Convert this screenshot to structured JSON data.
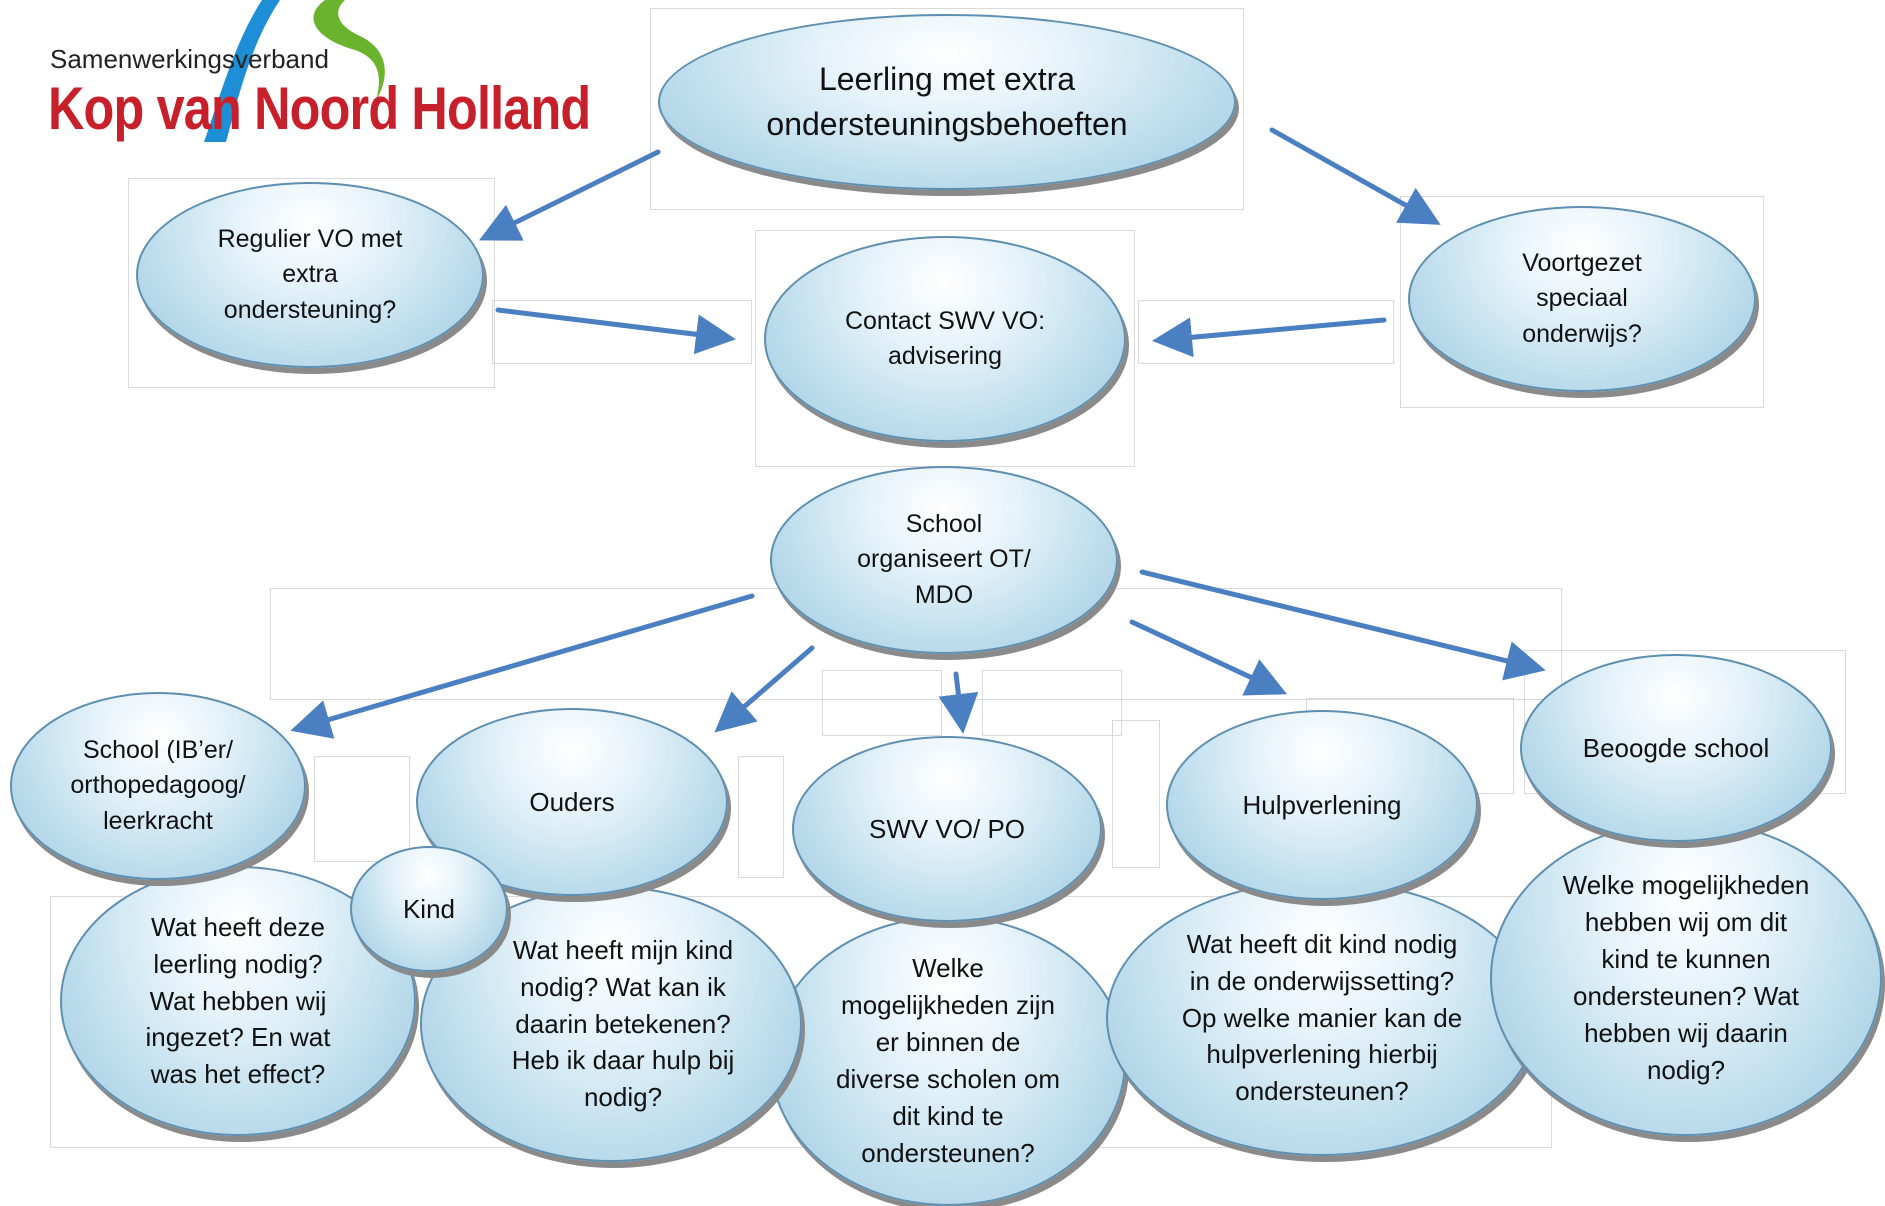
{
  "logo": {
    "line1": "Samenwerkingsverband",
    "line2": "Kop van Noord Holland",
    "colors": {
      "text_red": "#c8202a",
      "swoosh_blue": "#1e8fd6",
      "swoosh_green": "#6ab42d"
    }
  },
  "nodes": {
    "top": "Leerling met extra\nondersteuningsbehoeften",
    "regulier": "Regulier VO met\nextra\nondersteuning?",
    "contact": "Contact SWV VO:\nadvisering",
    "voortgezet": "Voortgezet\nspeciaal\nonderwijs?",
    "school_ot": "School\norganiseert OT/\nMDO",
    "school_ib": "School (IB’er/\northopedagoog/\nleerkracht",
    "ouders": "Ouders",
    "kind": "Kind",
    "swv": "SWV VO/ PO",
    "hulpverlening": "Hulpverlening",
    "beoogde": "Beoogde school",
    "q_school": "Wat heeft deze\nleerling nodig?\nWat hebben wij\ningezet? En wat\nwas het effect?",
    "q_ouders": "Wat heeft mijn kind\nnodig? Wat kan ik\ndaarin betekenen?\nHeb ik daar hulp bij\nnodig?",
    "q_swv": "Welke\nmogelijkheden zijn\ner binnen de\ndiverse scholen om\ndit kind te\nondersteunen?",
    "q_hulp": "Wat heeft dit kind nodig\nin de onderwijssetting?\nOp welke manier kan de\nhulpverlening hierbij\nondersteunen?",
    "q_beoogde": "Welke mogelijkheden\nhebben wij om dit\nkind te kunnen\nondersteunen? Wat\nhebben wij daarin\nnodig?"
  },
  "colors": {
    "arrow": "#4a7fc1",
    "node_border": "#5e8fb0",
    "node_fill": "#bfdeed"
  }
}
